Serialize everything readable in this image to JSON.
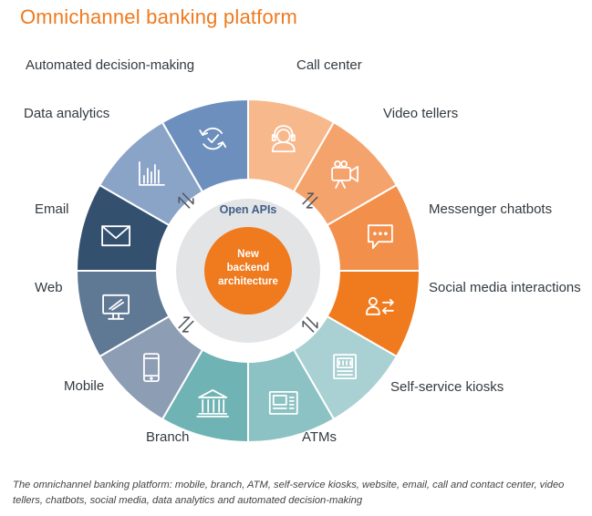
{
  "title": "Omnichannel banking platform",
  "center": {
    "ring_label": "Open APIs",
    "core_label_lines": [
      "New",
      "backend",
      "architecture"
    ]
  },
  "channels": [
    {
      "label": "Call center",
      "icon": "headset-agent-icon",
      "color": "#f7b98c"
    },
    {
      "label": "Video tellers",
      "icon": "video-camera-icon",
      "color": "#f5a36c"
    },
    {
      "label": "Messenger chatbots",
      "icon": "chat-bubble-icon",
      "color": "#f28f4a"
    },
    {
      "label": "Social media interactions",
      "icon": "people-exchange-icon",
      "color": "#f07a1e"
    },
    {
      "label": "Self-service kiosks",
      "icon": "kiosk-icon",
      "color": "#a9d0d2"
    },
    {
      "label": "ATMs",
      "icon": "atm-icon",
      "color": "#8cc2c3"
    },
    {
      "label": "Branch",
      "icon": "bank-building-icon",
      "color": "#6fb3b5"
    },
    {
      "label": "Mobile",
      "icon": "smartphone-icon",
      "color": "#8d9db4"
    },
    {
      "label": "Web",
      "icon": "monitor-icon",
      "color": "#5f7894"
    },
    {
      "label": "Email",
      "icon": "envelope-icon",
      "color": "#34506f"
    },
    {
      "label": "Data analytics",
      "icon": "bar-chart-icon",
      "color": "#8aa4c8"
    },
    {
      "label": "Automated decision-making",
      "icon": "refresh-check-icon",
      "color": "#6d8fbd"
    }
  ],
  "caption": "The omnichannel banking platform: mobile, branch, ATM, self-service kiosks, website, email, call and contact center, video tellers, chatbots, social media, data analytics and automated decision-making"
}
